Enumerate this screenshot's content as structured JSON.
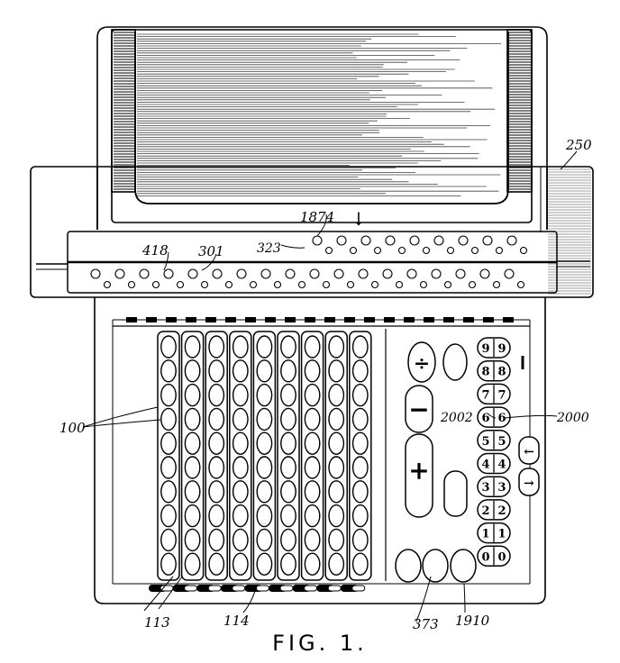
{
  "figure_label": "FIG. 1.",
  "reference_numerals": {
    "n250": "250",
    "n1874": "1874",
    "n418": "418",
    "n301": "301",
    "n323": "323",
    "n100": "100",
    "n113": "113",
    "n114": "114",
    "n373": "373",
    "n1910": "1910",
    "n2002": "2002",
    "n2000": "2000"
  },
  "key_glyphs": {
    "divide": "÷",
    "minus": "−",
    "plus": "+",
    "arrow_left": "←",
    "arrow_right": "→",
    "arrow_down": "↓"
  },
  "digit_keys": [
    "9",
    "8",
    "7",
    "6",
    "5",
    "4",
    "3",
    "2",
    "1",
    "0"
  ],
  "ink_color": "#000000",
  "paper_color": "#ffffff"
}
